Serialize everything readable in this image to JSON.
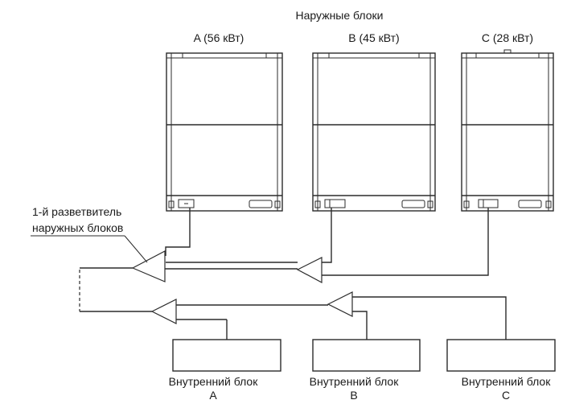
{
  "header": {
    "title": "Наружные блоки"
  },
  "outdoor_units": [
    {
      "label": "A (56 кВт)"
    },
    {
      "label": "B (45 кВт)"
    },
    {
      "label": "C (28 кВт)"
    }
  ],
  "branch_label": {
    "line1": "1-й разветвитель",
    "line2": "наружных блоков"
  },
  "indoor_units": [
    {
      "label": "Внутренний блок",
      "letter": "A"
    },
    {
      "label": "Внутренний блок",
      "letter": "B"
    },
    {
      "label": "Внутренний блок",
      "letter": "C"
    }
  ]
}
